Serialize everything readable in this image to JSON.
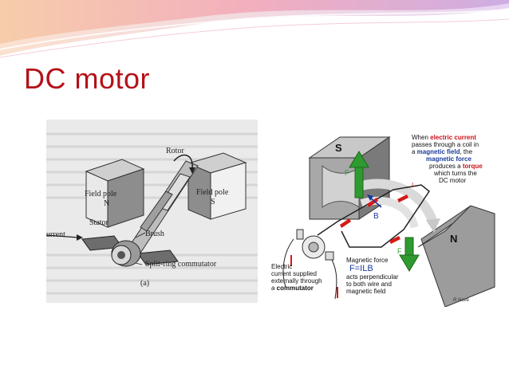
{
  "slide": {
    "title": "DC motor",
    "accent_color": "#b31218",
    "wave_colors": [
      "#f2a7b8",
      "#c9a6e0",
      "#f6c9a4"
    ]
  },
  "left_figure": {
    "labels": {
      "rotor": "Rotor",
      "field_pole_left": "Field pole",
      "pole_n": "N",
      "field_pole_right": "Field pole",
      "pole_s": "S",
      "stator": "Stator",
      "current": "urrent",
      "brush": "Brush",
      "commutator": "Split-ring commutator",
      "caption": "(a)"
    }
  },
  "right_figure": {
    "pole_s": "S",
    "pole_n": "N",
    "force_f_top": "F",
    "force_f_bottom": "F",
    "field_b": "B",
    "current_i": "I",
    "explanation": {
      "line1_a": "When ",
      "line1_b": "electric current",
      "line2": "passes through a  coil in",
      "line3_a": "a ",
      "line3_b": "magnetic field",
      "line3_c": ", the",
      "line4": "magnetic force",
      "line5_a": "produces a ",
      "line5_b": "torque",
      "line6": "which turns the",
      "line7": "DC motor"
    },
    "supply_note": {
      "line1": "Electric",
      "line2": "current supplied",
      "line3": "externally through",
      "line4_a": "a ",
      "line4_b": "commutator"
    },
    "force_note": {
      "line1": "Magnetic force",
      "formula": "F=ILB",
      "line3": "acts perpendicular",
      "line4": "to both wire and",
      "line5": "magnetic field"
    },
    "credit": "R Nave"
  }
}
